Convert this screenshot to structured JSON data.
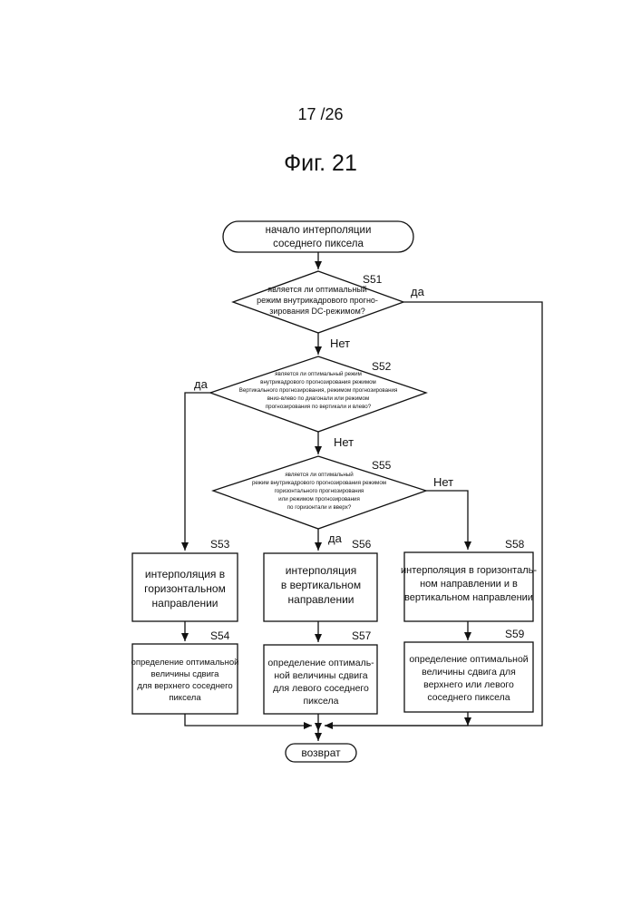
{
  "header": {
    "page_number": "17 /26",
    "figure_title": "Фиг. 21"
  },
  "start": {
    "lines": [
      "начало интерполяции",
      "соседнего пиксела"
    ]
  },
  "decisions": [
    {
      "id": "S51",
      "lines": [
        "является ли оптимальный",
        "режим внутрикадрового прогно-",
        "зирования DC-режимом?"
      ]
    },
    {
      "id": "S52",
      "lines": [
        "является ли оптимальный режим",
        "внутрикадрового прогнозирования режимом",
        "Вертикального прогнозирования, режимом прогнозирования",
        "вниз-влево по диагонали или режимом",
        "прогнозирования по вертикали и влево?"
      ]
    },
    {
      "id": "S55",
      "lines": [
        "является ли оптимальный",
        "режим внутрикадрового прогнозирования режимом",
        "горизонтального прогнозирования",
        "или режимом прогнозирования",
        "по горизонтали и вверх?"
      ]
    }
  ],
  "processes": [
    {
      "id": "S53",
      "lines": [
        "интерполяция в",
        "горизонтальном",
        "направлении"
      ]
    },
    {
      "id": "S56",
      "lines": [
        "интерполяция",
        "в вертикальном",
        "направлении"
      ]
    },
    {
      "id": "S58",
      "lines": [
        "интерполяция в горизонталь-",
        "ном направлении и в",
        "вертикальном направлении"
      ]
    },
    {
      "id": "S54",
      "lines": [
        "определение оптимальной",
        "величины сдвига",
        "для верхнего соседнего",
        "пиксела"
      ]
    },
    {
      "id": "S57",
      "lines": [
        "определение оптималь-",
        "ной величины сдвига",
        "для левого соседнего",
        "пиксела"
      ]
    },
    {
      "id": "S59",
      "lines": [
        "определение оптимальной",
        "величины сдвига для",
        "верхнего или левого",
        "соседнего пиксела"
      ]
    }
  ],
  "edge_labels": {
    "yes": "да",
    "no": "Нет"
  },
  "end": {
    "label": "возврат"
  }
}
